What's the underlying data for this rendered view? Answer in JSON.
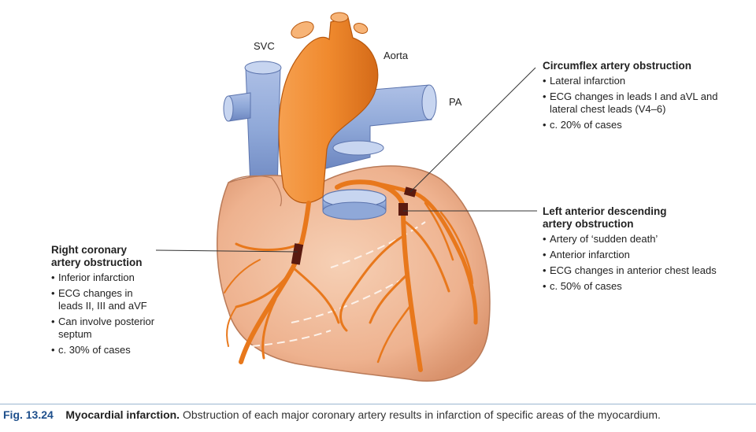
{
  "vessels": {
    "svc": "SVC",
    "aorta": "Aorta",
    "pa": "PA"
  },
  "circumflex": {
    "title": "Circumflex artery obstruction",
    "items": [
      "Lateral infarction",
      "ECG changes in leads I and aVL and lateral chest leads (V4–6)",
      "c. 20% of cases"
    ]
  },
  "lad": {
    "title": "Left anterior descending artery obstruction",
    "items": [
      "Artery of ‘sudden death’",
      "Anterior infarction",
      "ECG changes in anterior chest leads",
      "c. 50% of cases"
    ]
  },
  "rca": {
    "title": "Right coronary artery obstruction",
    "items": [
      "Inferior infarction",
      "ECG changes in leads II, III and aVF",
      "Can involve posterior septum",
      "c. 30% of cases"
    ]
  },
  "caption": {
    "fig": "Fig. 13.24",
    "title": "Myocardial infarction.",
    "text": "Obstruction of each major coronary artery results in infarction of specific areas of the myocardium."
  },
  "colors": {
    "heart": "#f0b896",
    "artery": "#e8781c",
    "aorta": "#f08a2e",
    "pulmonary": "#8fa8d8",
    "occlusion": "#5a1a10"
  }
}
